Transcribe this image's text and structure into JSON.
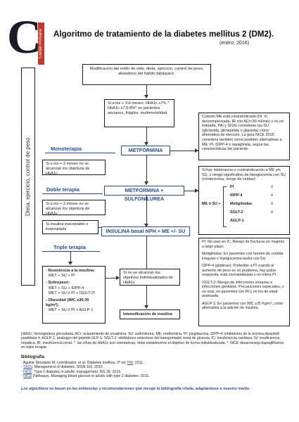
{
  "logo": {
    "letter": "C",
    "banner": "Cartas Primaria"
  },
  "title": "Algoritmo de tratamiento de la diabetes mellitus 2 (DM2).",
  "date": "(enero, 2016)",
  "side_label": "Dieta, ejercicio, control de peso",
  "top_box": "Modificación del estilo de vida: dieta, ejercicio, control de peso, abandono del hábito tabáquico.",
  "box2": "Si a los + 3-6 meses: HbA1c ≥7% * HbA1c ≥7,5-8%* en pacientes ancianos, frágiles, multimorbilidad",
  "mono_label": "Monoterapia",
  "metformina": "METFORMINA",
  "box3": "Si a los + 3 meses no se alcanzan los objetivos de HbA1c",
  "doble_label": "Doble terapia",
  "metf_su": "METFORMINA + SULFONILUREA",
  "box4": "Si a los + 3 meses no se alcanzan los objetivos de HbA1c",
  "box5a": "Si insulina inaceptable o inapropiada",
  "insulina": "INSULINA basal NPH + ME +/- SU",
  "triple_label": "Triple terapia",
  "box6": {
    "l1": "- Resistencia a la insulina:",
    "l2": "MET + SU + PI",
    "l3": "- Sobrepeso:",
    "l4": "MET + SU + IDPP-4",
    "l5": "MET + SU ó PI + ISGLT-2²",
    "l6": "- Obesidad (IMC ≥30-35 kg/m²):",
    "l7": "MET + SU ó PI + AGLP-1"
  },
  "box7": "Si no se alcanzan los objetivos individualizados de HbA1c",
  "intensificacion": "Intensificación de insulina",
  "right1": "Cuando ME está contraindicada (IH, IC descompensada, IR con ACr<30 ml/min) o es no tolerada, PAI y SIGN consideran las SU (gliclazida, glimepirida o glipizida) como alternativa de elección. La guía NICE 2015 considera también como posibles alternativas a ME: PI, IDPP-4 o repaglinida, según las características del paciente.",
  "right2": "Si hay intolerancia o contraindicación a ME y/o SU, o riesgo significativo de hipoglucemia con SU (conductores, riesgo de caídas):",
  "right2_label": "ME ó SU +",
  "options": [
    "PI",
    "IDPP-4",
    "Metiglinidas",
    "SGLT-2",
    "AGLP-1"
  ],
  "option_sep": "ó",
  "right3": [
    "PI: No usar en IC. Riesgo de fracturas en mujeres a largo plazo.",
    "Metiglinidas: En pacientes con horario de comida irregular o hipoglucemia tardía con SU.",
    "IDPP-4 (gliptinas): Preferible a PI cuando el aumento de peso es un problema, hay pobre respuesta, está contraindicada o no tolera PI.",
    "ISGLT-2: Riesgo de infecciones urinarias e infecciones genitales. Precauciones especiales, o no usar, en pacientes con IR y en los de edad avanzada.",
    "AGLP-1: En pacientes con IMC ≥35 Kg/m², como alternativa a la adición de insulina."
  ],
  "footnote": "HbA1c: hemoglobina glicosilada. ACr: aclaramiento de creatinina. SU: sulfonilurea. ME: metformina. PI: pioglitazona. IDPP-4: inhibidores de la enzima dipeptidil peptidasa 4. AGLP-1: análogos del péptido GLP-1. SGLT-2: inhibidores selectivos del transportador renal de glucosa. IC: insuficiencia cardiaca. IH: insuficiencia hepática. IR: insuficiencia renal. *: las cifras de HbA1c son orientativas, debe establecerse el objetivo de forma individualizada. ²: NICE desaconseja dapagliflozina en triple terapia.",
  "biblio_title": "Bibliografía",
  "biblio": [
    {
      "pre": "- Aguilar Diosdado M, coordinador, et al. Diabetes mellitus, 2ª ed. ",
      "link": "PAI",
      "post": ". 2011."
    },
    {
      "pre": "- ",
      "link": "SIGN",
      "post": ". Management of diabetes. SIGN 116. 2010."
    },
    {
      "pre": "- ",
      "link": "NICE",
      "post": ". Type 2 diabetes in adults: management. NG 28. 2015."
    },
    {
      "pre": "- ",
      "link": "NICE",
      "post": " Pathways. Managing blood glucose in adults with type 2 diabetes. 2015."
    }
  ],
  "disclaimer": "Los algoritmos se basan en las evidencias y recomendaciones que recoge la bibliografía citada, adaptándose a nuestro medio."
}
